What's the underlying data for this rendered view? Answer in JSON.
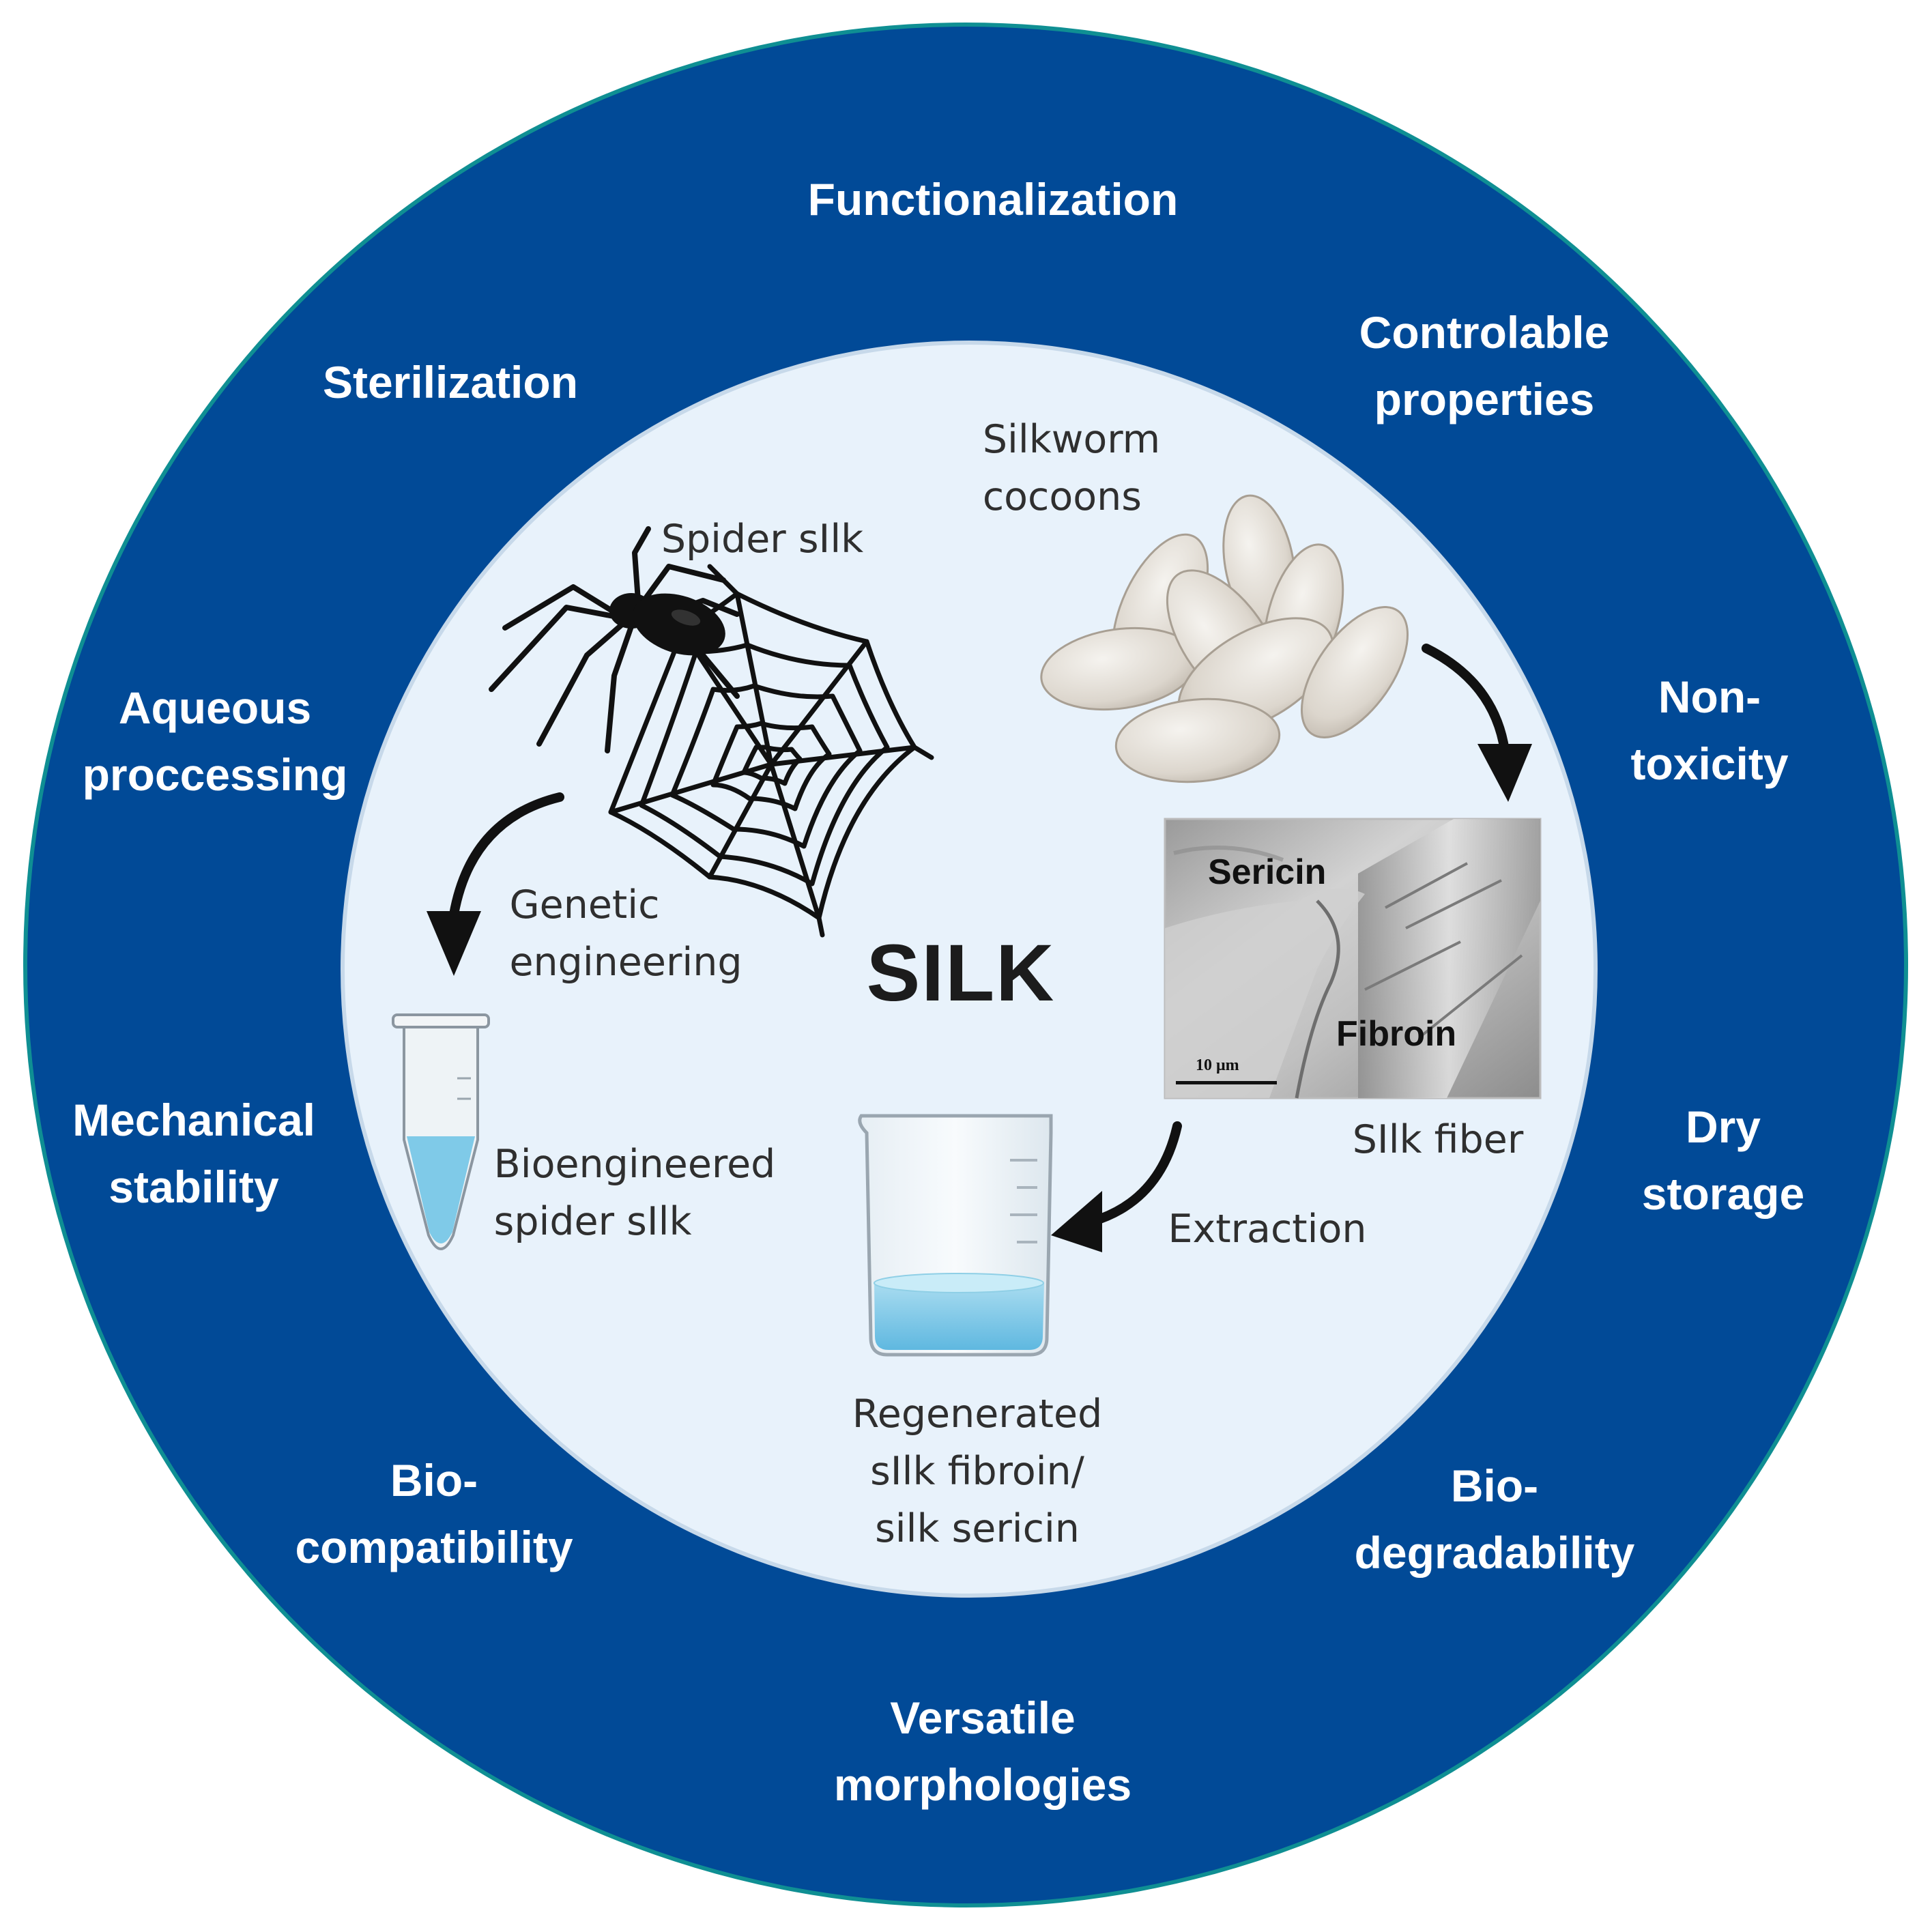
{
  "colors": {
    "outer_ring": "#014a97",
    "ring_edge": "#0f8f93",
    "inner_disc": "#e8f2fb",
    "inner_disc_edge": "#c7d9ea",
    "ring_text": "#ffffff",
    "inner_text": "#2f2f2f",
    "liquid": "#8fd0ea"
  },
  "center_title": "SILK",
  "ring_properties": [
    {
      "lines": [
        "Functionalization"
      ]
    },
    {
      "lines": [
        "Controlable",
        "properties"
      ]
    },
    {
      "lines": [
        "Non-",
        "toxicity"
      ]
    },
    {
      "lines": [
        "Dry",
        "storage"
      ]
    },
    {
      "lines": [
        "Bio-",
        "degradability"
      ]
    },
    {
      "lines": [
        "Versatile",
        "morphologies"
      ]
    },
    {
      "lines": [
        "Bio-",
        "compatibility"
      ]
    },
    {
      "lines": [
        "Mechanical",
        "stability"
      ]
    },
    {
      "lines": [
        "Aqueous",
        "proccessing"
      ]
    },
    {
      "lines": [
        "Sterilization"
      ]
    }
  ],
  "inner": {
    "silkworm_cocoons": [
      "Silkworm",
      "cocoons"
    ],
    "spider_silk": "Spider sIlk",
    "genetic_engineering": [
      "Genetic",
      "engineering"
    ],
    "bioengineered": [
      "Bioengineered",
      "spider sIlk"
    ],
    "silk_fiber": "SIlk fiber",
    "extraction": "Extraction",
    "regenerated": [
      "Regenerated",
      "sIlk fibroin/",
      "silk sericin"
    ]
  },
  "sem_image": {
    "sericin_label": "Sericin",
    "fibroin_label": "Fibroin",
    "scale_bar": "10 μm"
  },
  "icons": [
    "spider-icon",
    "spider-web-icon",
    "cocoons-icon",
    "microtube-icon",
    "beaker-icon",
    "arrow-icon",
    "sem-micrograph"
  ]
}
